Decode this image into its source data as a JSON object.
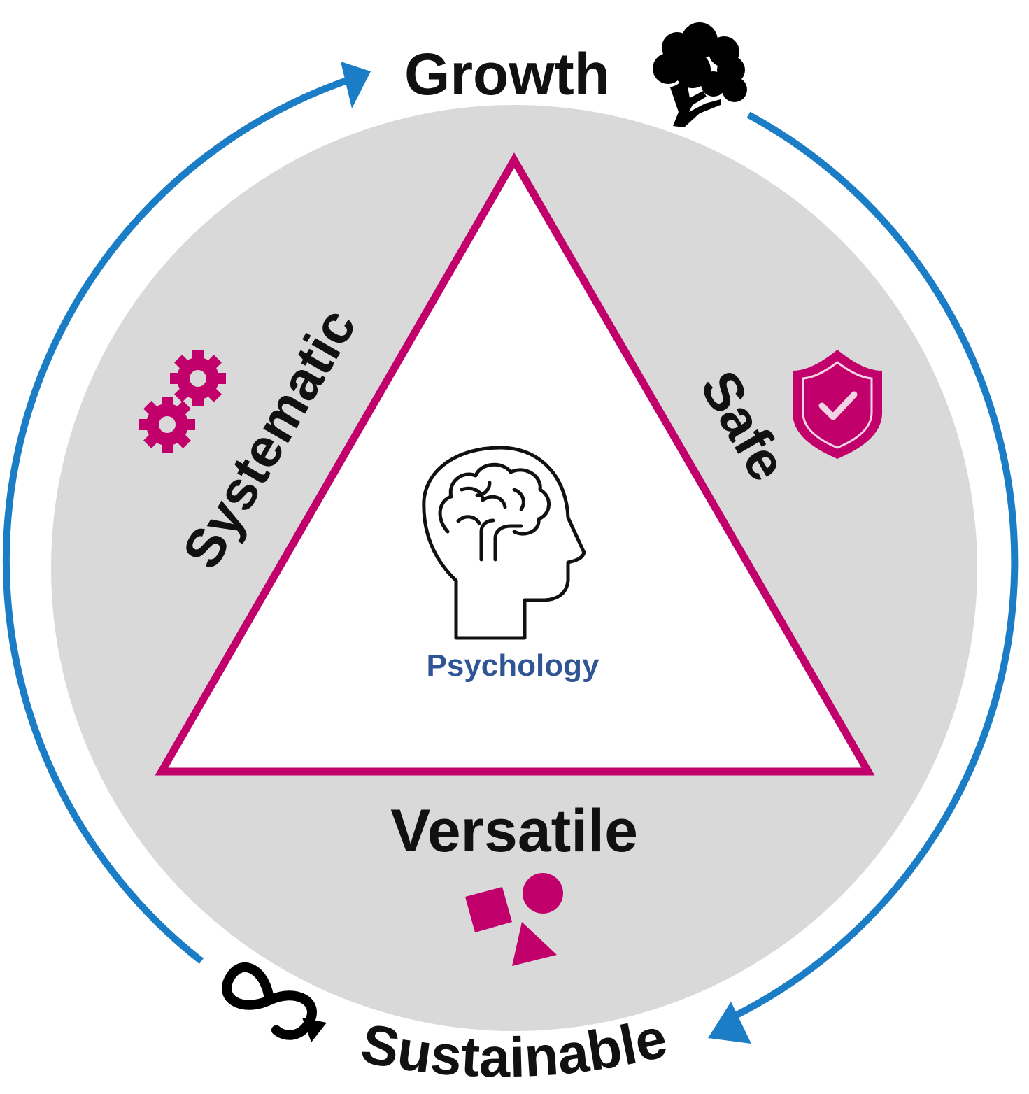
{
  "labels": {
    "growth": "Growth",
    "systematic": "Systematic",
    "safe": "Safe",
    "versatile": "Versatile",
    "sustainable": "Sustainable",
    "center": "Psychology"
  },
  "colors": {
    "cycle_arrow": "#1a7dc6",
    "triangle_stroke": "#c1006b",
    "accent_icons": "#c1006b",
    "disc_fill": "#d9d9d9",
    "center_label": "#2f5597",
    "text": "#111111"
  },
  "icons": {
    "growth": "tree-icon",
    "systematic": "gears-icon",
    "safe": "shield-check-icon",
    "versatile": "shapes-icon",
    "sustainable": "infinity-loop-icon",
    "center": "brain-head-icon"
  }
}
